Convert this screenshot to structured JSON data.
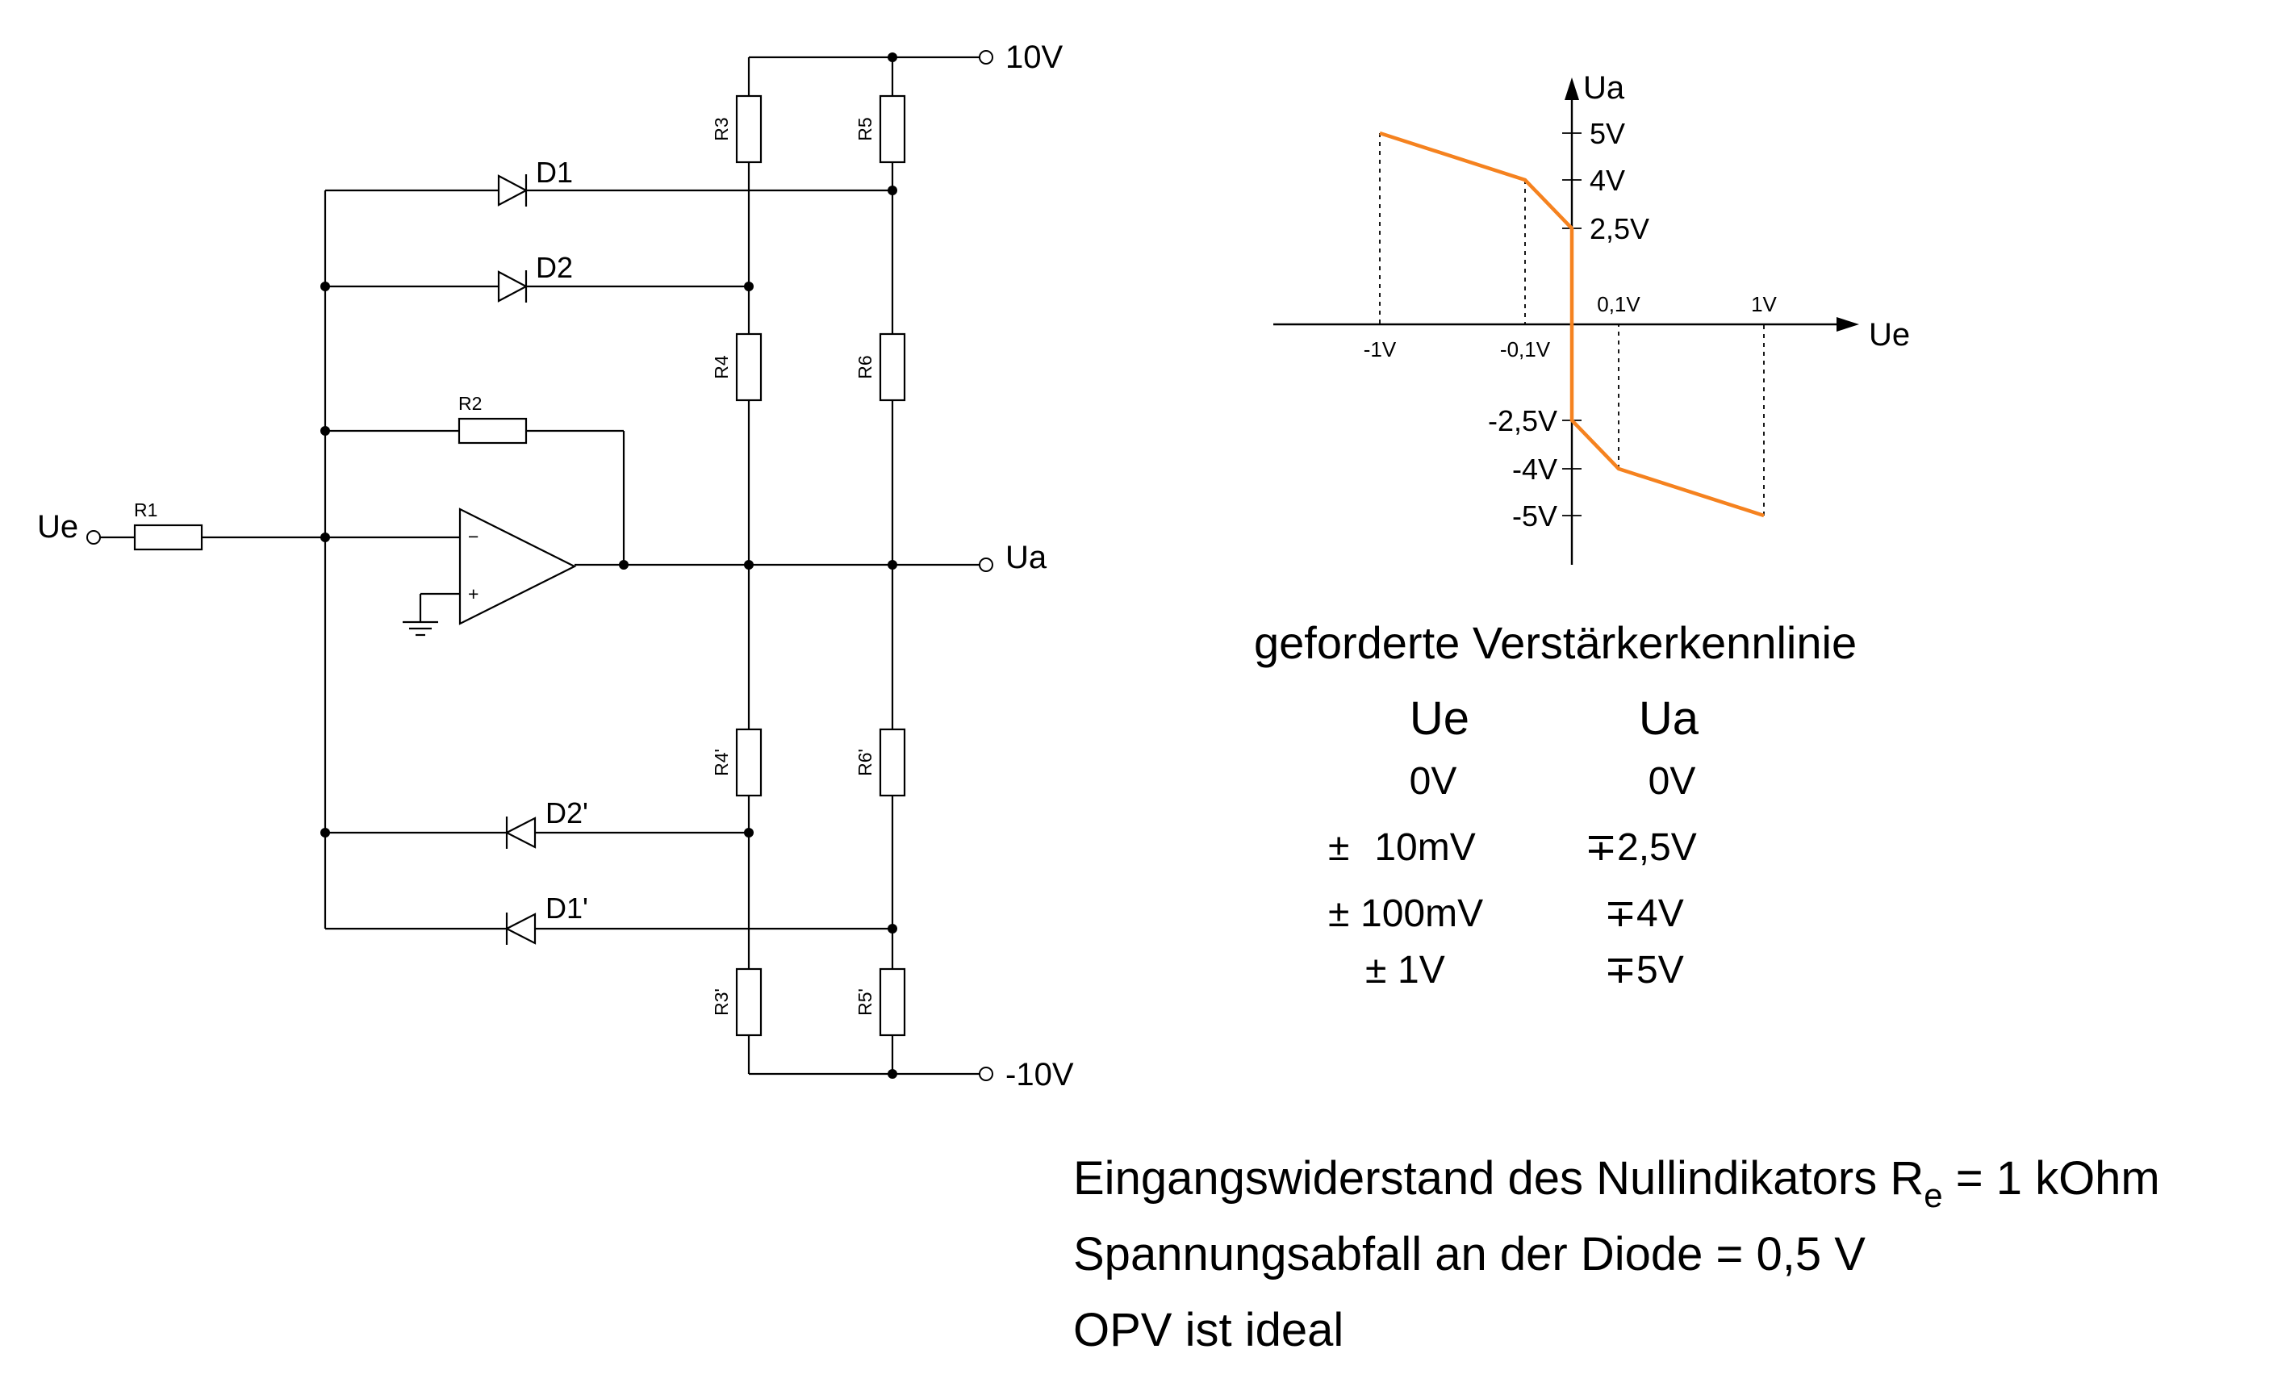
{
  "circuit": {
    "input_label": "Ue",
    "output_label": "Ua",
    "supply_pos": "10V",
    "supply_neg": "-10V",
    "resistors": {
      "r1": "R1",
      "r2": "R2",
      "r3": "R3",
      "r4": "R4",
      "r5": "R5",
      "r6": "R6",
      "r3p": "R3'",
      "r4p": "R4'",
      "r5p": "R5'",
      "r6p": "R6'"
    },
    "diodes": {
      "d1": "D1",
      "d2": "D2",
      "d1p": "D1'",
      "d2p": "D2'"
    },
    "opamp": {
      "inv": "−",
      "noninv": "+"
    }
  },
  "chart_data": {
    "type": "line",
    "title": "",
    "xlabel": "Ue",
    "ylabel": "Ua",
    "x_ticks": [
      "-1V",
      "-0,1V",
      "0,1V",
      "1V"
    ],
    "y_ticks": [
      "5V",
      "4V",
      "2,5V",
      "-2,5V",
      "-4V",
      "-5V"
    ],
    "series": [
      {
        "x": [
          -1,
          -0.1,
          0,
          0,
          0.1,
          1
        ],
        "y": [
          5,
          4,
          2.5,
          -2.5,
          -4,
          -5
        ]
      }
    ],
    "curve_color": "#f5821f"
  },
  "caption": "geforderte Verstärkerkennlinie",
  "table": {
    "headers": [
      "Ue",
      "Ua"
    ],
    "rows": [
      {
        "ue": "0V",
        "ua": "0V"
      },
      {
        "ue_sign": "±",
        "ue": " 10mV",
        "ua_sign": "∓",
        "ua": "2,5V"
      },
      {
        "ue_sign": "±",
        "ue": "100mV",
        "ua_sign": "∓",
        "ua": "4V"
      },
      {
        "ue_sign": "±",
        "ue": "1V",
        "ua_sign": "∓",
        "ua": "5V"
      }
    ]
  },
  "notes": {
    "line1_pre": "Eingangswiderstand des Nullindikators R",
    "line1_sub": "e",
    "line1_post": " = 1 kOhm",
    "line2": "Spannungsabfall an der Diode = 0,5 V",
    "line3": "OPV ist ideal"
  }
}
